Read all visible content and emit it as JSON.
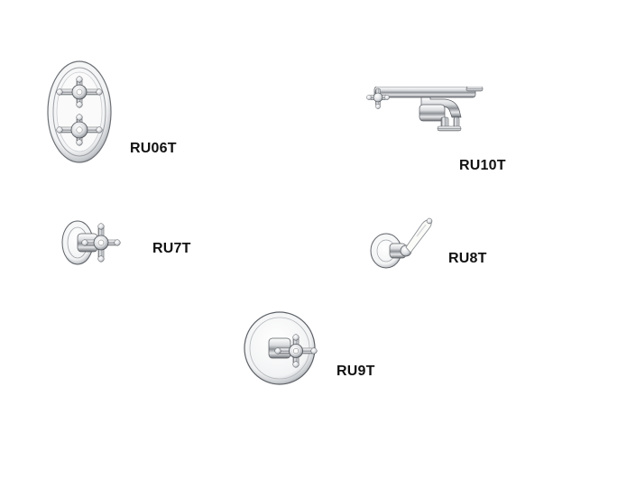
{
  "products": [
    {
      "code": "RU06T",
      "icon": "twin-handle-thermostatic-valve-icon"
    },
    {
      "code": "RU10T",
      "icon": "bath-shower-mixer-icon"
    },
    {
      "code": "RU7T",
      "icon": "cross-handle-stop-valve-icon"
    },
    {
      "code": "RU8T",
      "icon": "lever-handle-stop-valve-icon"
    },
    {
      "code": "RU9T",
      "icon": "concealed-thermostatic-valve-icon"
    }
  ],
  "colors": {
    "chrome_light": "#f4f4f4",
    "chrome_mid": "#b9bcc0",
    "chrome_dark": "#5f6368",
    "ceramic": "#fbfbf8",
    "label": "#111111"
  }
}
